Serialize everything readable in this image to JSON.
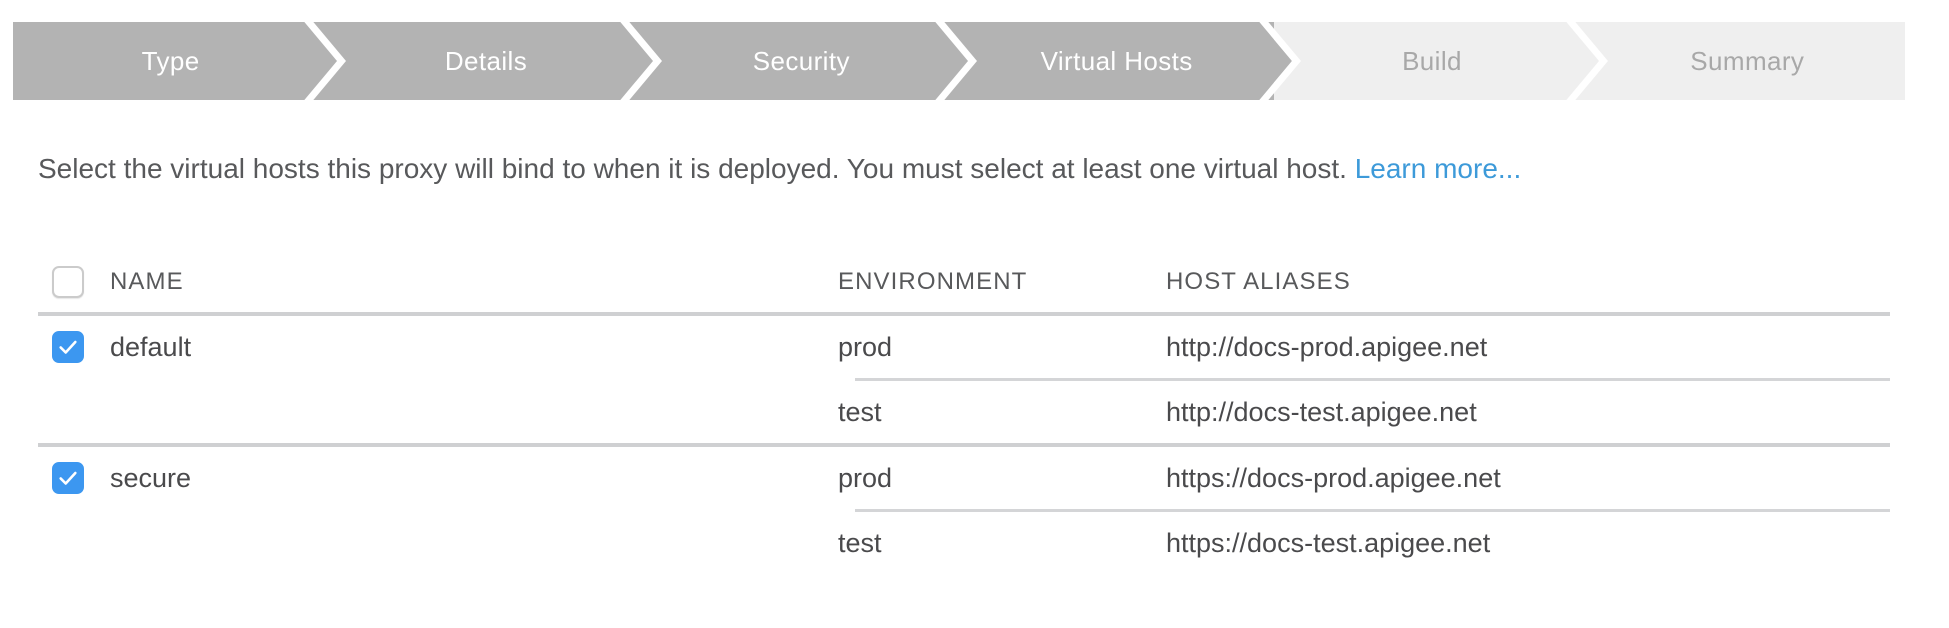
{
  "wizard": {
    "steps": [
      {
        "label": "Type",
        "state": "active"
      },
      {
        "label": "Details",
        "state": "active"
      },
      {
        "label": "Security",
        "state": "active"
      },
      {
        "label": "Virtual Hosts",
        "state": "active"
      },
      {
        "label": "Build",
        "state": "inactive"
      },
      {
        "label": "Summary",
        "state": "inactive"
      }
    ],
    "active_color": "#b3b3b3",
    "inactive_color": "#efefef",
    "active_text_color": "#ffffff",
    "inactive_text_color": "#a8a8a8"
  },
  "description": {
    "text": "Select the virtual hosts this proxy will bind to when it is deployed. You must select at least one virtual host.",
    "link_label": "Learn more...",
    "link_color": "#3d9ad9"
  },
  "table": {
    "headers": {
      "name": "NAME",
      "environment": "ENVIRONMENT",
      "host_aliases": "HOST ALIASES"
    },
    "select_all_checked": false,
    "checkbox_checked_color": "#3c97f0",
    "rows": [
      {
        "name": "default",
        "checked": true,
        "entries": [
          {
            "environment": "prod",
            "host_alias": "http://docs-prod.apigee.net"
          },
          {
            "environment": "test",
            "host_alias": "http://docs-test.apigee.net"
          }
        ]
      },
      {
        "name": "secure",
        "checked": true,
        "entries": [
          {
            "environment": "prod",
            "host_alias": "https://docs-prod.apigee.net"
          },
          {
            "environment": "test",
            "host_alias": "https://docs-test.apigee.net"
          }
        ]
      }
    ]
  }
}
